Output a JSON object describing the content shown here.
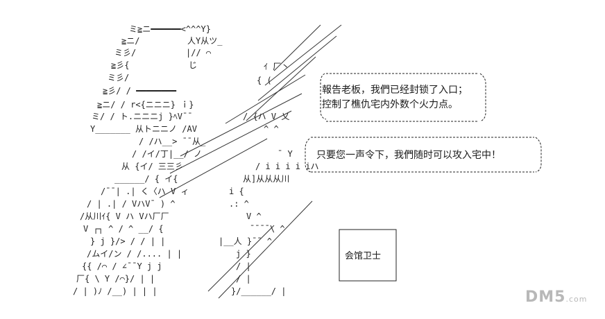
{
  "dialogue": {
    "report_line_1": "報告老板，我們已经封锁了入口；",
    "report_line_2": "控制了樵仇宅内外数个火力点。",
    "order_line": "只要您一声令下，我們随时可以攻入宅中！"
  },
  "caption": {
    "speaker": "会馆卫士"
  },
  "watermark": {
    "brand": "DM5",
    "suffix": ".com"
  }
}
